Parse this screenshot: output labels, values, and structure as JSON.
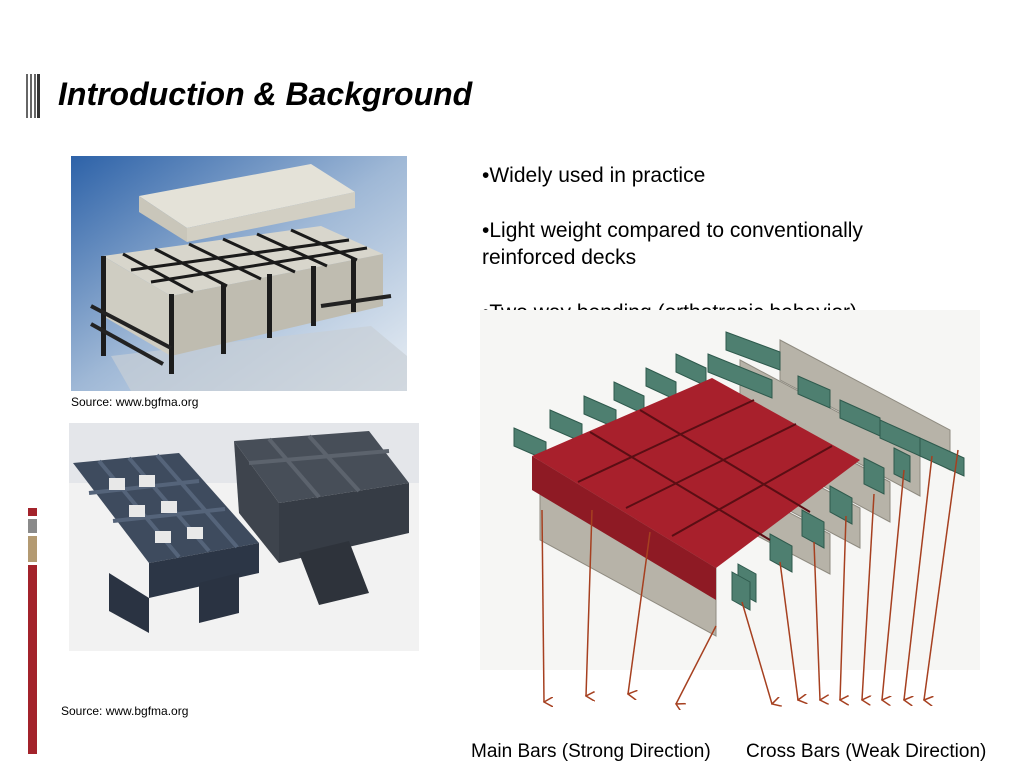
{
  "slide": {
    "title": "Introduction & Background",
    "bullets": [
      "•Widely used in practice",
      "•Light weight compared to conventionally reinforced decks",
      "•Two way bending (orthotropic behavior)"
    ]
  },
  "images": [
    {
      "caption": "Source: www.bgfma.org"
    },
    {
      "caption": "Source: www.bgfma.org"
    }
  ],
  "diagram": {
    "main_label": "Main Bars (Strong Direction)",
    "cross_label": "Cross Bars (Weak Direction)"
  },
  "colors": {
    "accent_red": "#a3232b",
    "accent_gray": "#8a8a8a",
    "accent_tan": "#b39a72",
    "concrete_red": "#a8202c",
    "cross_bar_green": "#4e7f70",
    "main_bar_gray": "#b7b3a8",
    "arrow": "#a64020"
  }
}
